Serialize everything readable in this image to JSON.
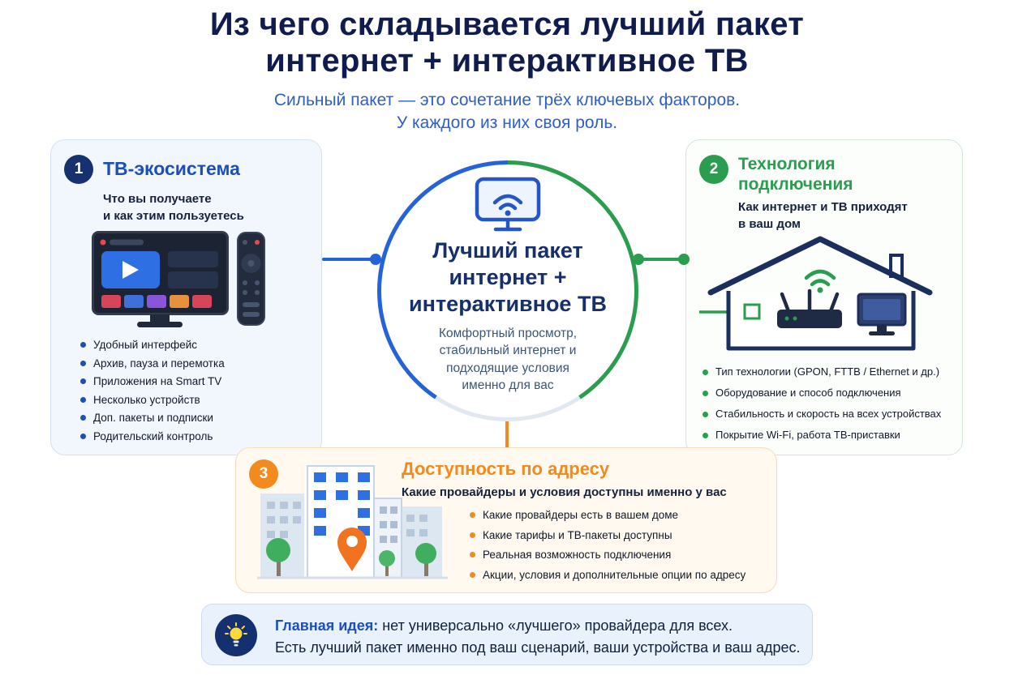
{
  "colors": {
    "navy": "#15316e",
    "blue_accent": "#1d4fba",
    "green_accent": "#2a9d4f",
    "orange_accent": "#f28a1e",
    "title_text": "#101c4e",
    "subtitle_text": "#2e5fc4"
  },
  "header": {
    "title_line1": "Из чего складывается лучший пакет",
    "title_line2": "интернет + интерактивное ТВ",
    "subtitle_line1": "Сильный пакет — это сочетание трёх ключевых факторов.",
    "subtitle_line2": "У каждого из них своя роль."
  },
  "center": {
    "icon": "wifi-tv-icon",
    "title_line1": "Лучший пакет",
    "title_line2": "интернет +",
    "title_line3": "интерактивное ТВ",
    "description": "Комфортный просмотр, стабильный интернет и подходящие условия именно для вас"
  },
  "cards": {
    "tv": {
      "number": "1",
      "title": "ТВ-экосистема",
      "subtitle_line1": "Что вы получаете",
      "subtitle_line2": "и как этим пользуетесь",
      "items": [
        "Удобный интерфейс",
        "Архив, пауза и перемотка",
        "Приложения на Smart TV",
        "Несколько устройств",
        "Доп. пакеты и подписки",
        "Родительский контроль"
      ]
    },
    "tech": {
      "number": "2",
      "title": "Технология подключения",
      "subtitle_line1": "Как интернет и ТВ приходят",
      "subtitle_line2": "в ваш дом",
      "items": [
        "Тип технологии (GPON, FTTB / Ethernet и др.)",
        "Оборудование и способ подключения",
        "Стабильность и скорость на всех устройствах",
        "Покрытие Wi-Fi, работа ТВ-приставки"
      ]
    },
    "address": {
      "number": "3",
      "title": "Доступность по адресу",
      "subtitle": "Какие провайдеры и условия доступны именно у вас",
      "items": [
        "Какие провайдеры есть в вашем доме",
        "Какие тарифы и ТВ-пакеты доступны",
        "Реальная возможность подключения",
        "Акции, условия и дополнительные опции по адресу"
      ]
    }
  },
  "footer": {
    "lead": "Главная идея:",
    "line1_rest": "нет универсально «лучшего» провайдера для всех.",
    "line2": "Есть лучший пакет именно под ваш сценарий, ваши устройства и ваш адрес."
  }
}
